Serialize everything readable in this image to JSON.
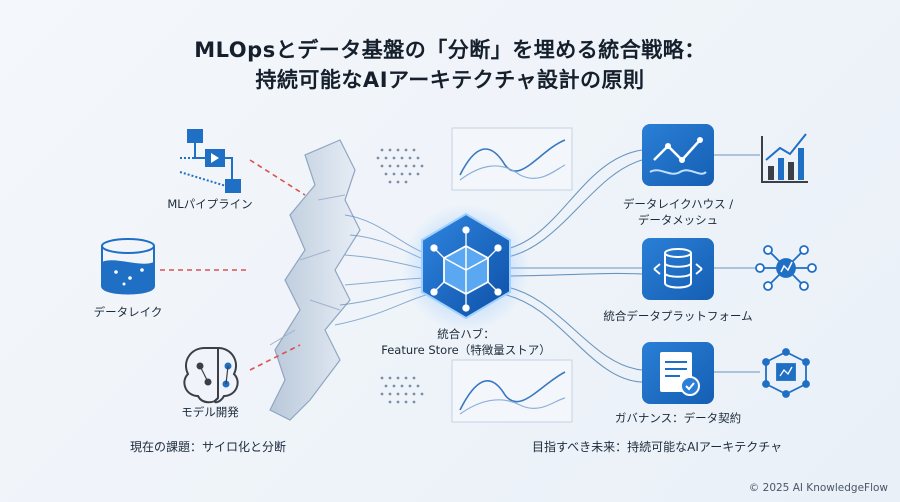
{
  "title": {
    "line1": "MLOpsとデータ基盤の「分断」を埋める統合戦略：",
    "line2": "持続可能なAIアーキテクチャ設計の原則"
  },
  "left": {
    "ml_pipeline": "MLパイプライン",
    "data_lake": "データレイク",
    "model_dev": "モデル開発",
    "caption": "現在の課題：サイロ化と分断"
  },
  "hub": {
    "line1": "統合ハブ：",
    "line2": "Feature Store（特徴量ストア）"
  },
  "right": {
    "lakehouse_line1": "データレイクハウス /",
    "lakehouse_line2": "データメッシュ",
    "platform": "統合データプラットフォーム",
    "governance": "ガバナンス：データ契約",
    "caption": "目指すべき未来：持続可能なAIアーキテクチャ"
  },
  "copyright": "© 2025 AI KnowledgeFlow",
  "colors": {
    "accent": "#1f6fc5",
    "dashed": "#d9534f",
    "line": "#4a7fb0"
  }
}
